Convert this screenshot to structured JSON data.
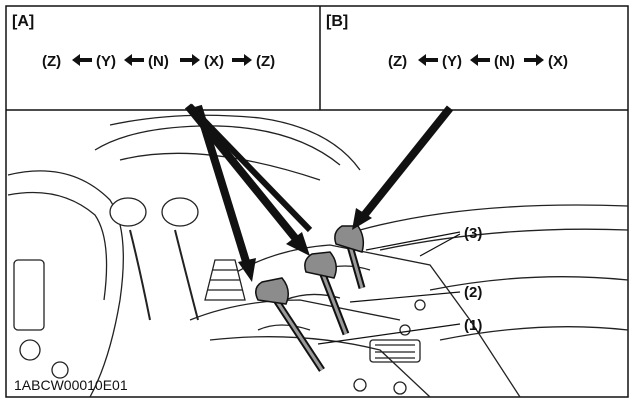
{
  "panel_a": {
    "label": "[A]",
    "sequence": [
      "(Z)",
      "(Y)",
      "(N)",
      "(X)",
      "(Z)"
    ]
  },
  "panel_b": {
    "label": "[B]",
    "sequence": [
      "(Z)",
      "(Y)",
      "(N)",
      "(X)"
    ]
  },
  "callouts": {
    "lever_1": "(1)",
    "lever_2": "(2)",
    "lever_3": "(3)"
  },
  "figure_code": "1ABCW00010E01",
  "colors": {
    "ink": "#111111",
    "knob": "#8c8c8c",
    "knob_dark": "#5e5e5e",
    "paper": "#ffffff"
  }
}
